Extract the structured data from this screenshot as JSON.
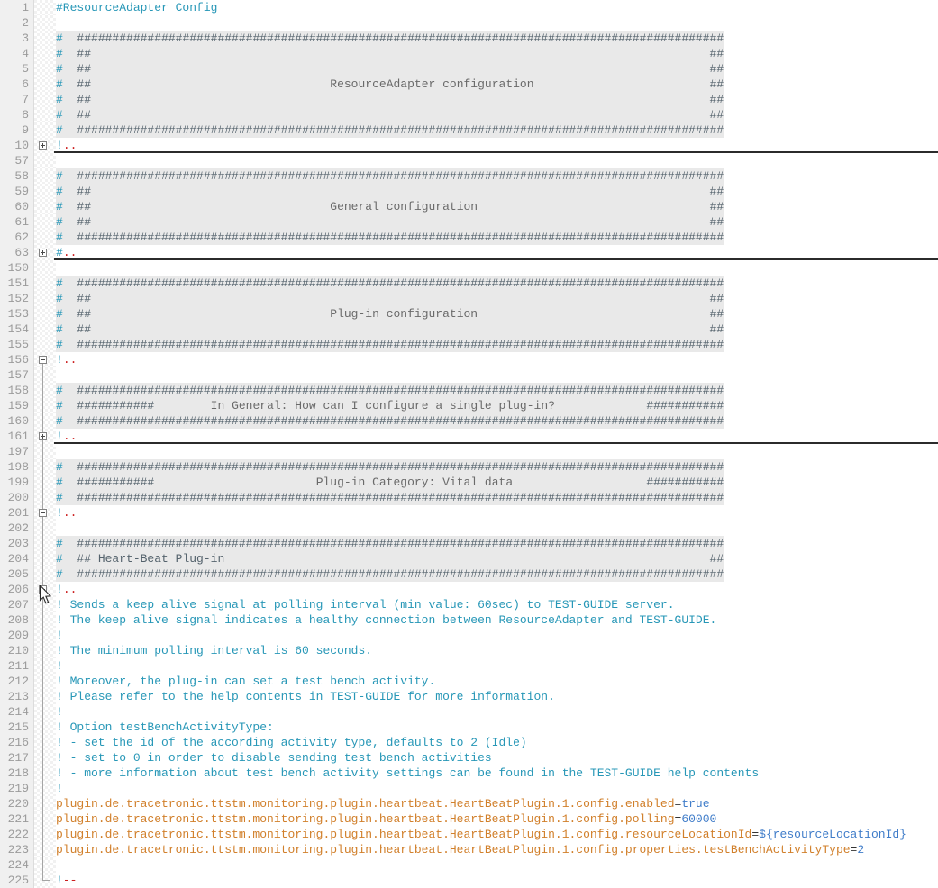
{
  "editor": {
    "colors": {
      "teal": "#2797B7",
      "hash": "#54626C",
      "gray": "#6A6A6A",
      "orange": "#D17F2A",
      "blue": "#3F7CC9",
      "red": "#CC2020",
      "eq": "#333333"
    },
    "block_background": "#E9E9E9",
    "gutter_background": "#F0F0F0",
    "icons": {
      "fold_collapsed": "plus-box-icon",
      "fold_expanded": "minus-box-icon",
      "pointer": "mouse-cursor-icon"
    },
    "lines": [
      {
        "num": "1",
        "fold": "",
        "bg": false,
        "seg": [
          {
            "t": "#ResourceAdapter Config",
            "c": "teal"
          }
        ]
      },
      {
        "num": "2",
        "fold": "",
        "bg": false,
        "seg": []
      },
      {
        "num": "3",
        "fold": "",
        "bg": true,
        "seg": [
          {
            "t": "#",
            "c": "teal"
          },
          {
            "t": "  "
          },
          {
            "r": "#",
            "n": 92,
            "c": "hash"
          }
        ]
      },
      {
        "num": "4",
        "fold": "",
        "bg": true,
        "seg": [
          {
            "t": "#",
            "c": "teal"
          },
          {
            "t": "  "
          },
          {
            "t": "##",
            "c": "hash"
          },
          {
            "r": " ",
            "n": 88
          },
          {
            "t": "##",
            "c": "hash"
          }
        ]
      },
      {
        "num": "5",
        "fold": "",
        "bg": true,
        "seg": [
          {
            "t": "#",
            "c": "teal"
          },
          {
            "t": "  "
          },
          {
            "t": "##",
            "c": "hash"
          },
          {
            "r": " ",
            "n": 88
          },
          {
            "t": "##",
            "c": "hash"
          }
        ]
      },
      {
        "num": "6",
        "fold": "",
        "bg": true,
        "seg": [
          {
            "t": "#",
            "c": "teal"
          },
          {
            "t": "  "
          },
          {
            "t": "##",
            "c": "hash"
          },
          {
            "r": " ",
            "n": 34
          },
          {
            "t": "ResourceAdapter configuration",
            "c": "gray"
          },
          {
            "r": " ",
            "n": 25
          },
          {
            "t": "##",
            "c": "hash"
          }
        ]
      },
      {
        "num": "7",
        "fold": "",
        "bg": true,
        "seg": [
          {
            "t": "#",
            "c": "teal"
          },
          {
            "t": "  "
          },
          {
            "t": "##",
            "c": "hash"
          },
          {
            "r": " ",
            "n": 88
          },
          {
            "t": "##",
            "c": "hash"
          }
        ]
      },
      {
        "num": "8",
        "fold": "",
        "bg": true,
        "seg": [
          {
            "t": "#",
            "c": "teal"
          },
          {
            "t": "  "
          },
          {
            "t": "##",
            "c": "hash"
          },
          {
            "r": " ",
            "n": 88
          },
          {
            "t": "##",
            "c": "hash"
          }
        ]
      },
      {
        "num": "9",
        "fold": "",
        "bg": true,
        "seg": [
          {
            "t": "#",
            "c": "teal"
          },
          {
            "t": "  "
          },
          {
            "r": "#",
            "n": 92,
            "c": "hash"
          }
        ]
      },
      {
        "num": "10",
        "fold": "plus",
        "sep": true,
        "bg": false,
        "seg": [
          {
            "t": "!",
            "c": "teal"
          },
          {
            "t": "..",
            "c": "red"
          }
        ]
      },
      {
        "num": "57",
        "fold": "",
        "bg": false,
        "seg": []
      },
      {
        "num": "58",
        "fold": "",
        "bg": true,
        "seg": [
          {
            "t": "#",
            "c": "teal"
          },
          {
            "t": "  "
          },
          {
            "r": "#",
            "n": 92,
            "c": "hash"
          }
        ]
      },
      {
        "num": "59",
        "fold": "",
        "bg": true,
        "seg": [
          {
            "t": "#",
            "c": "teal"
          },
          {
            "t": "  "
          },
          {
            "t": "##",
            "c": "hash"
          },
          {
            "r": " ",
            "n": 88
          },
          {
            "t": "##",
            "c": "hash"
          }
        ]
      },
      {
        "num": "60",
        "fold": "",
        "bg": true,
        "seg": [
          {
            "t": "#",
            "c": "teal"
          },
          {
            "t": "  "
          },
          {
            "t": "##",
            "c": "hash"
          },
          {
            "r": " ",
            "n": 34
          },
          {
            "t": "General configuration",
            "c": "gray"
          },
          {
            "r": " ",
            "n": 33
          },
          {
            "t": "##",
            "c": "hash"
          }
        ]
      },
      {
        "num": "61",
        "fold": "",
        "bg": true,
        "seg": [
          {
            "t": "#",
            "c": "teal"
          },
          {
            "t": "  "
          },
          {
            "t": "##",
            "c": "hash"
          },
          {
            "r": " ",
            "n": 88
          },
          {
            "t": "##",
            "c": "hash"
          }
        ]
      },
      {
        "num": "62",
        "fold": "",
        "bg": true,
        "seg": [
          {
            "t": "#",
            "c": "teal"
          },
          {
            "t": "  "
          },
          {
            "r": "#",
            "n": 92,
            "c": "hash"
          }
        ]
      },
      {
        "num": "63",
        "fold": "plus",
        "sep": true,
        "bg": false,
        "seg": [
          {
            "t": "#",
            "c": "teal"
          },
          {
            "t": "..",
            "c": "red"
          }
        ]
      },
      {
        "num": "150",
        "fold": "",
        "bg": false,
        "seg": []
      },
      {
        "num": "151",
        "fold": "",
        "bg": true,
        "seg": [
          {
            "t": "#",
            "c": "teal"
          },
          {
            "t": "  "
          },
          {
            "r": "#",
            "n": 92,
            "c": "hash"
          }
        ]
      },
      {
        "num": "152",
        "fold": "",
        "bg": true,
        "seg": [
          {
            "t": "#",
            "c": "teal"
          },
          {
            "t": "  "
          },
          {
            "t": "##",
            "c": "hash"
          },
          {
            "r": " ",
            "n": 88
          },
          {
            "t": "##",
            "c": "hash"
          }
        ]
      },
      {
        "num": "153",
        "fold": "",
        "bg": true,
        "seg": [
          {
            "t": "#",
            "c": "teal"
          },
          {
            "t": "  "
          },
          {
            "t": "##",
            "c": "hash"
          },
          {
            "r": " ",
            "n": 34
          },
          {
            "t": "Plug-in configuration",
            "c": "gray"
          },
          {
            "r": " ",
            "n": 33
          },
          {
            "t": "##",
            "c": "hash"
          }
        ]
      },
      {
        "num": "154",
        "fold": "",
        "bg": true,
        "seg": [
          {
            "t": "#",
            "c": "teal"
          },
          {
            "t": "  "
          },
          {
            "t": "##",
            "c": "hash"
          },
          {
            "r": " ",
            "n": 88
          },
          {
            "t": "##",
            "c": "hash"
          }
        ]
      },
      {
        "num": "155",
        "fold": "",
        "bg": true,
        "seg": [
          {
            "t": "#",
            "c": "teal"
          },
          {
            "t": "  "
          },
          {
            "r": "#",
            "n": 92,
            "c": "hash"
          }
        ]
      },
      {
        "num": "156",
        "fold": "minus-start",
        "bg": false,
        "seg": [
          {
            "t": "!",
            "c": "teal"
          },
          {
            "t": "..",
            "c": "red"
          }
        ]
      },
      {
        "num": "157",
        "fold": "line",
        "bg": false,
        "seg": []
      },
      {
        "num": "158",
        "fold": "line",
        "bg": true,
        "seg": [
          {
            "t": "#",
            "c": "teal"
          },
          {
            "t": "  "
          },
          {
            "r": "#",
            "n": 92,
            "c": "hash"
          }
        ]
      },
      {
        "num": "159",
        "fold": "line",
        "bg": true,
        "seg": [
          {
            "t": "#",
            "c": "teal"
          },
          {
            "t": "  "
          },
          {
            "t": "###########",
            "c": "hash"
          },
          {
            "r": " ",
            "n": 8
          },
          {
            "t": "In General: How can I configure a single plug-in?",
            "c": "gray"
          },
          {
            "r": " ",
            "n": 13
          },
          {
            "t": "###########",
            "c": "hash"
          }
        ]
      },
      {
        "num": "160",
        "fold": "line",
        "bg": true,
        "seg": [
          {
            "t": "#",
            "c": "teal"
          },
          {
            "t": "  "
          },
          {
            "r": "#",
            "n": 92,
            "c": "hash"
          }
        ]
      },
      {
        "num": "161",
        "fold": "plus-line",
        "sep": true,
        "bg": false,
        "seg": [
          {
            "t": "!",
            "c": "teal"
          },
          {
            "t": "..",
            "c": "red"
          }
        ]
      },
      {
        "num": "197",
        "fold": "line",
        "bg": false,
        "seg": []
      },
      {
        "num": "198",
        "fold": "line",
        "bg": true,
        "seg": [
          {
            "t": "#",
            "c": "teal"
          },
          {
            "t": "  "
          },
          {
            "r": "#",
            "n": 92,
            "c": "hash"
          }
        ]
      },
      {
        "num": "199",
        "fold": "line",
        "bg": true,
        "seg": [
          {
            "t": "#",
            "c": "teal"
          },
          {
            "t": "  "
          },
          {
            "t": "###########",
            "c": "hash"
          },
          {
            "r": " ",
            "n": 23
          },
          {
            "t": "Plug-in Category: Vital data",
            "c": "gray"
          },
          {
            "r": " ",
            "n": 19
          },
          {
            "t": "###########",
            "c": "hash"
          }
        ]
      },
      {
        "num": "200",
        "fold": "line",
        "bg": true,
        "seg": [
          {
            "t": "#",
            "c": "teal"
          },
          {
            "t": "  "
          },
          {
            "r": "#",
            "n": 92,
            "c": "hash"
          }
        ]
      },
      {
        "num": "201",
        "fold": "minus-line",
        "bg": false,
        "seg": [
          {
            "t": "!",
            "c": "teal"
          },
          {
            "t": "..",
            "c": "red"
          }
        ]
      },
      {
        "num": "202",
        "fold": "line",
        "bg": false,
        "seg": []
      },
      {
        "num": "203",
        "fold": "line",
        "bg": true,
        "seg": [
          {
            "t": "#",
            "c": "teal"
          },
          {
            "t": "  "
          },
          {
            "r": "#",
            "n": 92,
            "c": "hash"
          }
        ]
      },
      {
        "num": "204",
        "fold": "line",
        "bg": true,
        "seg": [
          {
            "t": "#",
            "c": "teal"
          },
          {
            "t": "  "
          },
          {
            "t": "## Heart-Beat Plug-in",
            "c": "hash"
          },
          {
            "r": " ",
            "n": 69
          },
          {
            "t": "##",
            "c": "hash"
          }
        ]
      },
      {
        "num": "205",
        "fold": "line",
        "bg": true,
        "seg": [
          {
            "t": "#",
            "c": "teal"
          },
          {
            "t": "  "
          },
          {
            "r": "#",
            "n": 92,
            "c": "hash"
          }
        ]
      },
      {
        "num": "206",
        "fold": "minus-line",
        "bg": false,
        "seg": [
          {
            "t": "!",
            "c": "teal"
          },
          {
            "t": "..",
            "c": "red"
          }
        ]
      },
      {
        "num": "207",
        "fold": "line",
        "bg": false,
        "seg": [
          {
            "t": "! Sends a keep alive signal at polling interval (min value: 60sec) to TEST-GUIDE server.",
            "c": "teal"
          }
        ]
      },
      {
        "num": "208",
        "fold": "line",
        "bg": false,
        "seg": [
          {
            "t": "! The keep alive signal indicates a healthy connection between ResourceAdapter and TEST-GUIDE.",
            "c": "teal"
          }
        ]
      },
      {
        "num": "209",
        "fold": "line",
        "bg": false,
        "seg": [
          {
            "t": "!",
            "c": "teal"
          }
        ]
      },
      {
        "num": "210",
        "fold": "line",
        "bg": false,
        "seg": [
          {
            "t": "! The minimum polling interval is 60 seconds.",
            "c": "teal"
          }
        ]
      },
      {
        "num": "211",
        "fold": "line",
        "bg": false,
        "seg": [
          {
            "t": "!",
            "c": "teal"
          }
        ]
      },
      {
        "num": "212",
        "fold": "line",
        "bg": false,
        "seg": [
          {
            "t": "! Moreover, the plug-in can set a test bench activity.",
            "c": "teal"
          }
        ]
      },
      {
        "num": "213",
        "fold": "line",
        "bg": false,
        "seg": [
          {
            "t": "! Please refer to the help contents in TEST-GUIDE for more information.",
            "c": "teal"
          }
        ]
      },
      {
        "num": "214",
        "fold": "line",
        "bg": false,
        "seg": [
          {
            "t": "!",
            "c": "teal"
          }
        ]
      },
      {
        "num": "215",
        "fold": "line",
        "bg": false,
        "seg": [
          {
            "t": "! Option testBenchActivityType:",
            "c": "teal"
          }
        ]
      },
      {
        "num": "216",
        "fold": "line",
        "bg": false,
        "seg": [
          {
            "t": "! - set the id of the according activity type, defaults to 2 (Idle)",
            "c": "teal"
          }
        ]
      },
      {
        "num": "217",
        "fold": "line",
        "bg": false,
        "seg": [
          {
            "t": "! - set to 0 in order to disable sending test bench activities",
            "c": "teal"
          }
        ]
      },
      {
        "num": "218",
        "fold": "line",
        "bg": false,
        "seg": [
          {
            "t": "! - more information about test bench activity settings can be found in the TEST-GUIDE help contents",
            "c": "teal"
          }
        ]
      },
      {
        "num": "219",
        "fold": "line",
        "bg": false,
        "seg": [
          {
            "t": "!",
            "c": "teal"
          }
        ]
      },
      {
        "num": "220",
        "fold": "line",
        "bg": false,
        "seg": [
          {
            "t": "plugin.de.tracetronic.ttstm.monitoring.plugin.heartbeat.HeartBeatPlugin.1.config.enabled",
            "c": "orange"
          },
          {
            "t": "=",
            "c": "eq"
          },
          {
            "t": "true",
            "c": "blue"
          }
        ]
      },
      {
        "num": "221",
        "fold": "line",
        "bg": false,
        "seg": [
          {
            "t": "plugin.de.tracetronic.ttstm.monitoring.plugin.heartbeat.HeartBeatPlugin.1.config.polling",
            "c": "orange"
          },
          {
            "t": "=",
            "c": "eq"
          },
          {
            "t": "60000",
            "c": "blue"
          }
        ]
      },
      {
        "num": "222",
        "fold": "line",
        "bg": false,
        "seg": [
          {
            "t": "plugin.de.tracetronic.ttstm.monitoring.plugin.heartbeat.HeartBeatPlugin.1.config.resourceLocationId",
            "c": "orange"
          },
          {
            "t": "=",
            "c": "eq"
          },
          {
            "t": "${resourceLocationId}",
            "c": "blue"
          }
        ]
      },
      {
        "num": "223",
        "fold": "line",
        "bg": false,
        "seg": [
          {
            "t": "plugin.de.tracetronic.ttstm.monitoring.plugin.heartbeat.HeartBeatPlugin.1.config.properties.testBenchActivityType",
            "c": "orange"
          },
          {
            "t": "=",
            "c": "eq"
          },
          {
            "t": "2",
            "c": "blue"
          }
        ]
      },
      {
        "num": "224",
        "fold": "line",
        "bg": false,
        "seg": []
      },
      {
        "num": "225",
        "fold": "end",
        "bg": false,
        "seg": [
          {
            "t": "!",
            "c": "teal"
          },
          {
            "t": "--",
            "c": "red"
          }
        ]
      }
    ]
  }
}
